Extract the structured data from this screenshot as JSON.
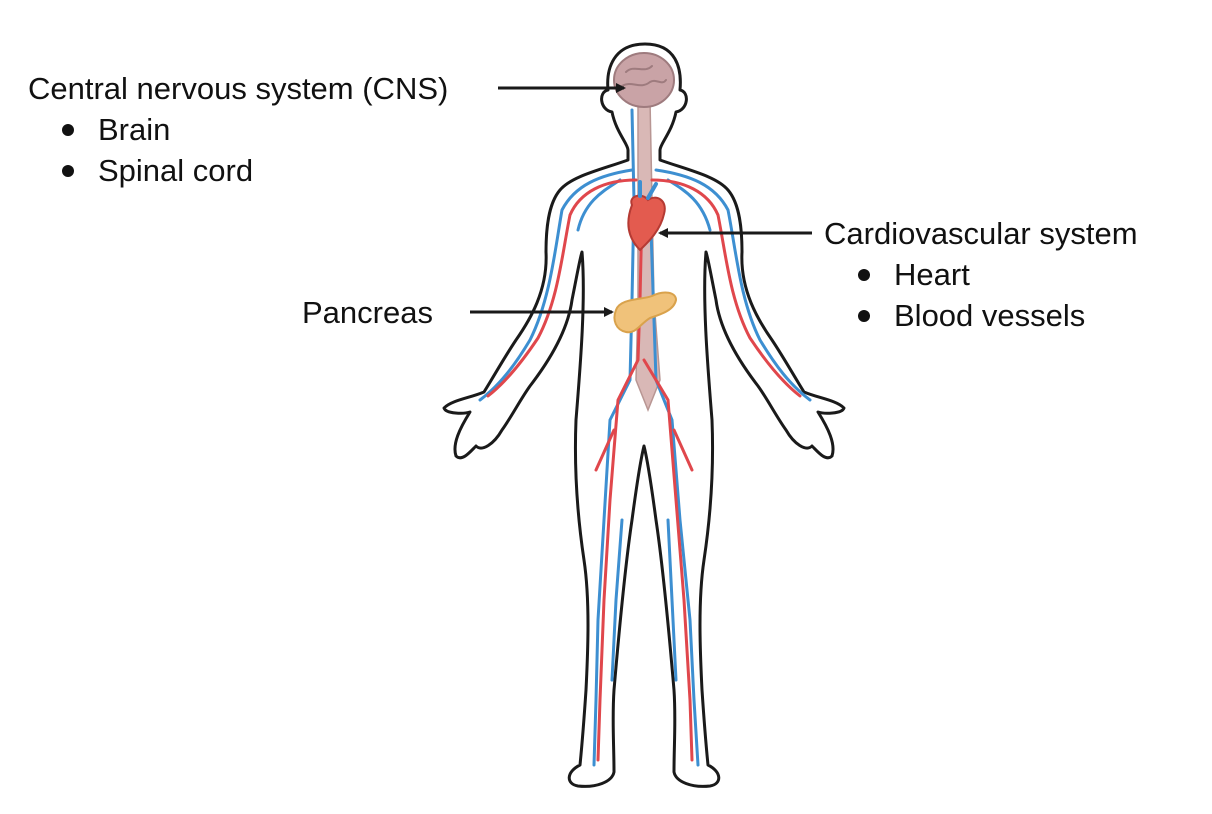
{
  "labels": {
    "cns": {
      "title": "Central nervous system (CNS)",
      "items": [
        "Brain",
        "Spinal cord"
      ]
    },
    "cardiovascular": {
      "title": "Cardiovascular system",
      "items": [
        "Heart",
        "Blood vessels"
      ]
    },
    "pancreas": {
      "title": "Pancreas"
    }
  },
  "colors": {
    "outline": "#1a1a1a",
    "artery": "#e0474c",
    "vein": "#3d8fd1",
    "brain": "#c9a3a6",
    "heart": "#e35b4f",
    "pancreas": "#f0c27a",
    "spine": "#d9b8b6",
    "text": "#111111"
  }
}
